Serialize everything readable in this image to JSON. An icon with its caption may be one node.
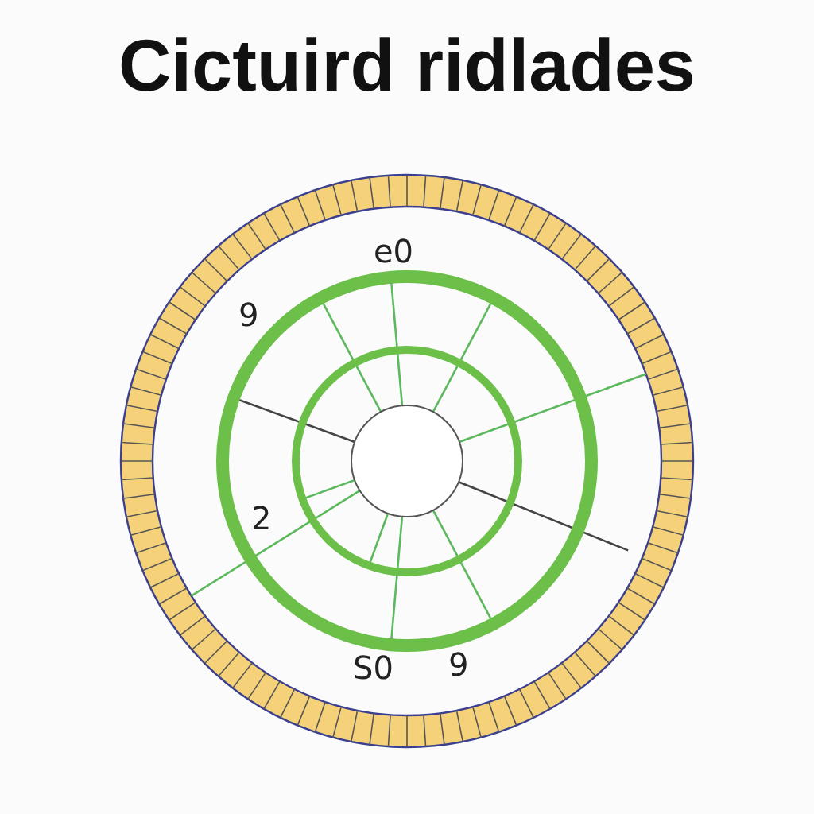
{
  "diagram": {
    "title": "Cictuird ridlades",
    "labels": [
      "e0",
      "9",
      "2",
      "S0",
      "9"
    ]
  }
}
